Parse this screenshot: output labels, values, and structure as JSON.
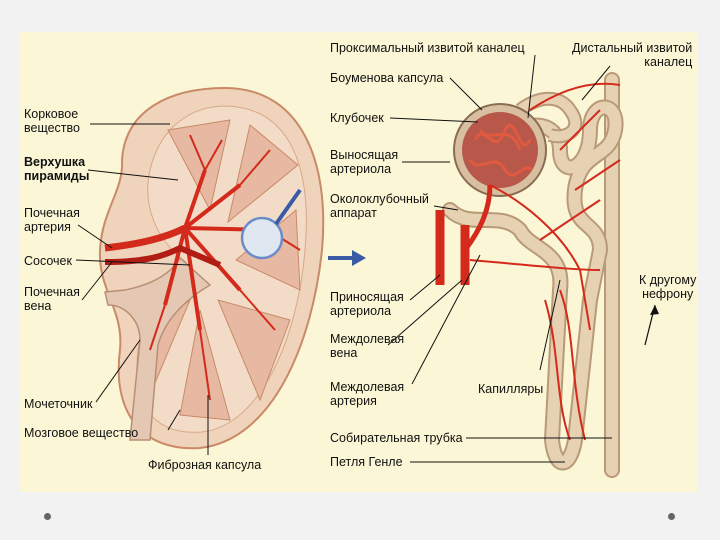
{
  "labels": {
    "cortex": "Корковое\nвещество",
    "pyramid_apex": "Верхушка\nпирамиды",
    "renal_artery": "Почечная\nартерия",
    "papilla": "Сосочек",
    "renal_vein": "Почечная\nвена",
    "ureter": "Мочеточник",
    "medulla": "Мозговое вещество",
    "fibrous_capsule": "Фиброзная капсула",
    "proximal_tubule": "Проксимальный извитой каналец",
    "distal_tubule": "Дистальный извитой\nканалец",
    "bowman_capsule": "Боуменова капсула",
    "glomerulus": "Клубочек",
    "efferent_arteriole": "Выносящая\nартериола",
    "juxtaglomerular": "Околоклубочный\nаппарат",
    "to_other_nephron": "К другому\nнефрону",
    "afferent_arteriole": "Приносящая\nартериола",
    "interlobar_vein": "Междолевая\nвена",
    "interlobar_artery": "Междолевая\nартерия",
    "capillaries": "Капилляры",
    "collecting_duct": "Собирательная трубка",
    "henle_loop": "Петля Генле"
  },
  "colors": {
    "panel": "#fbf6d5",
    "kidney_cortex": "#e9c3a4",
    "kidney_outline": "#c98a68",
    "vessel_red": "#d42a1c",
    "vein_red": "#b11d14",
    "tubule": "#e6d1b3",
    "tubule_outline": "#b89a78",
    "pointer": "#3a5aa6"
  }
}
